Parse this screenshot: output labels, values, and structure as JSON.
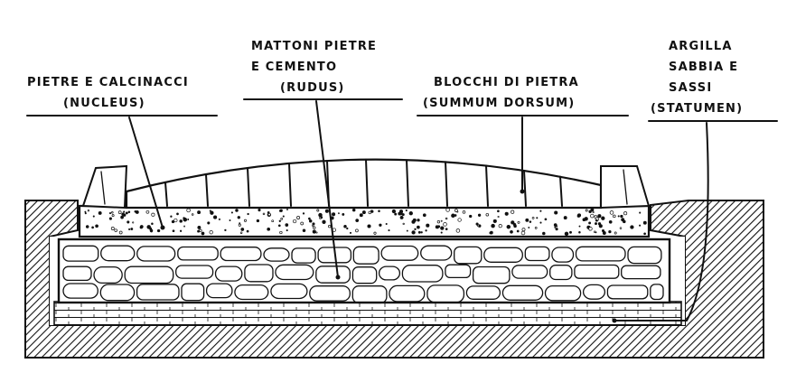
{
  "labels": {
    "pietre": {
      "line1": "PIETRE E CALCINACCI",
      "line2": "(NUCLEUS)"
    },
    "mattoni": {
      "line1": "MATTONI PIETRE",
      "line2": "E CEMENTO",
      "line3": "(RUDUS)"
    },
    "blocchi": {
      "line1": "BLOCCHI DI PIETRA",
      "line2": "(SUMMUM DORSUM)"
    },
    "argilla": {
      "line1": "ARGILLA",
      "line2": "SABBIA E",
      "line3": "SASSI",
      "line4": "(STATUMEN)"
    }
  }
}
